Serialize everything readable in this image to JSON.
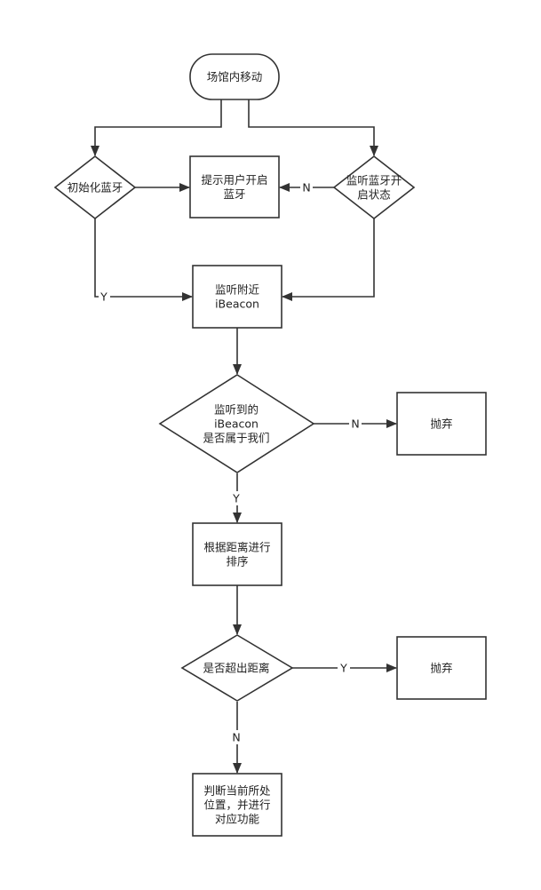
{
  "colors": {
    "stroke": "#333333",
    "fill": "#ffffff",
    "text": "#222222"
  },
  "nodes": {
    "start": [
      "场馆内移动"
    ],
    "init_bt": [
      "初始化蓝牙"
    ],
    "prompt_user": [
      "提示用户开启",
      "蓝牙"
    ],
    "listen_bt": [
      "监听蓝牙开",
      "启状态"
    ],
    "listen_ibeacon": [
      "监听附近",
      "iBeacon"
    ],
    "belongs_check": [
      "监听到的",
      "iBeacon",
      "是否属于我们"
    ],
    "discard_1": [
      "抛弃"
    ],
    "sort": [
      "根据距离进行",
      "排序"
    ],
    "distance_check": [
      "是否超出距离"
    ],
    "discard_2": [
      "抛弃"
    ],
    "final": [
      "判断当前所处",
      "位置，并进行",
      "对应功能"
    ]
  },
  "edges": {
    "listen_to_prompt": "N",
    "init_to_listen_ibeacon": "Y",
    "belongs_to_discard": "N",
    "belongs_to_sort": "Y",
    "distance_to_discard": "Y",
    "distance_to_final": "N"
  }
}
